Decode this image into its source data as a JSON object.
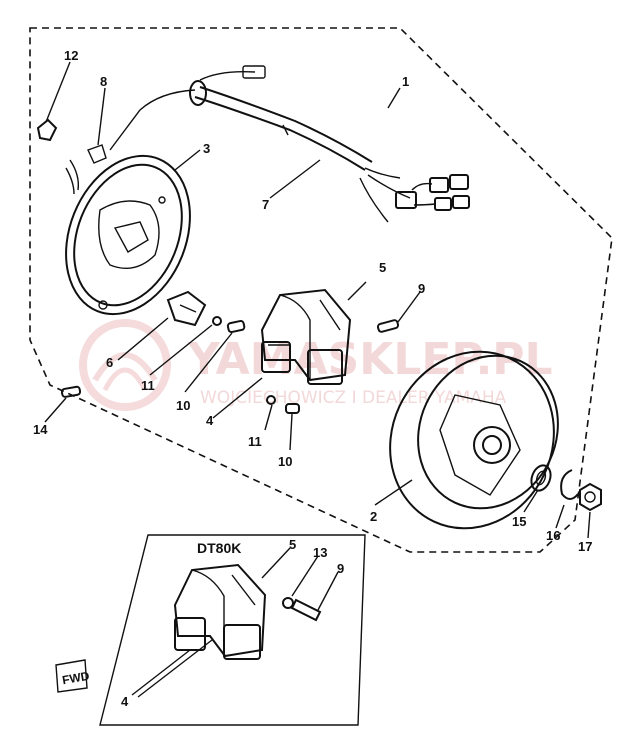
{
  "callouts": {
    "c1": "1",
    "c2": "2",
    "c3": "3",
    "c4": "4",
    "c5": "5",
    "c6": "6",
    "c7": "7",
    "c8": "8",
    "c9": "9",
    "c10a": "10",
    "c10b": "10",
    "c11a": "11",
    "c11b": "11",
    "c12": "12",
    "c14": "14",
    "c15": "15",
    "c16": "16",
    "c17": "17",
    "sub_c4": "4",
    "sub_c5": "5",
    "sub_c9": "9",
    "sub_c13": "13"
  },
  "inset": {
    "title": "DT80K"
  },
  "stamp": {
    "text": "FWD"
  },
  "watermark": {
    "main": "YAMASKLEP.PL",
    "sub": "WOJCIECHOWICZ I DEALER YAMAHA"
  },
  "colors": {
    "ink": "#111111",
    "watermark": "#e9b9b9"
  }
}
